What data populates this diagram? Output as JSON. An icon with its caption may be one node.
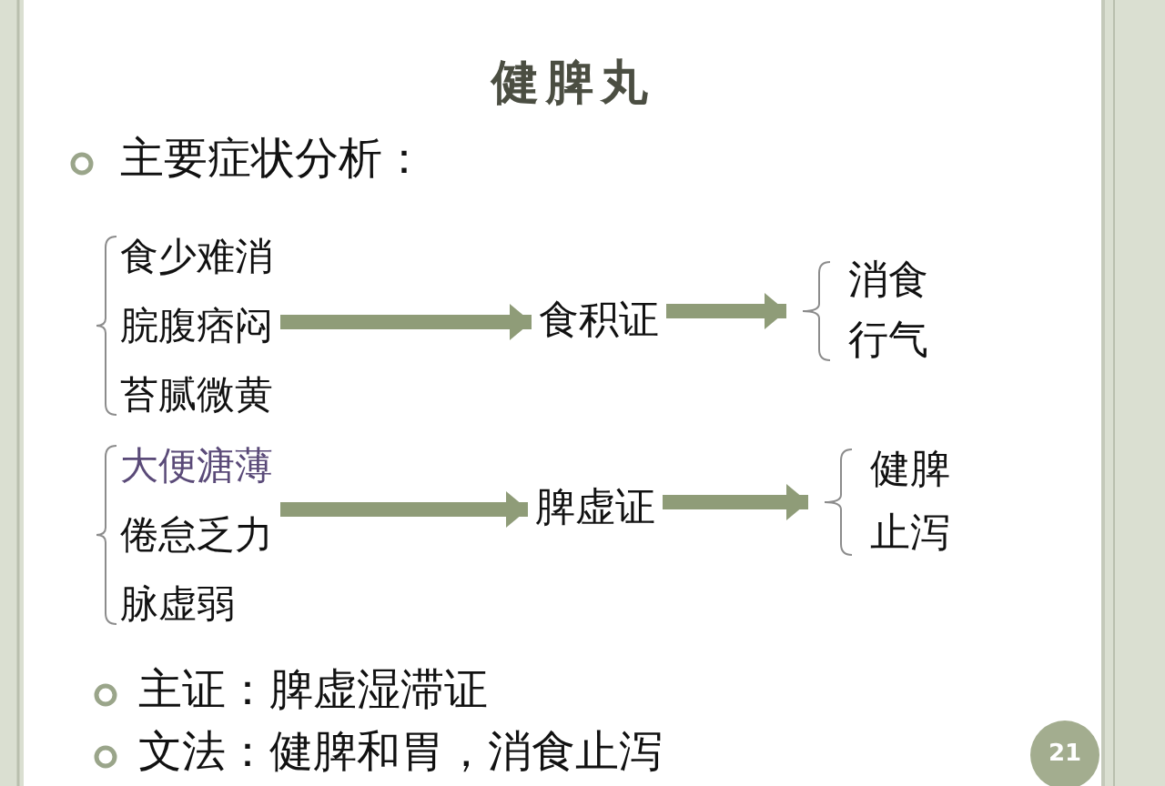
{
  "diagram": {
    "title": "健脾丸",
    "nodes": [
      {
        "text": [
          "食少难消",
          "脘腹痞闷",
          "苔腻微黄"
        ]
      },
      {
        "text": [
          "食积证"
        ]
      },
      {
        "text": [
          "消食",
          "行气"
        ]
      },
      {
        "text": [
          "大便溏薄",
          "倦怠乏力",
          "脉虚弱"
        ]
      },
      {
        "text": [
          "脾虚证"
        ]
      },
      {
        "text": [
          "健脾",
          "止泻"
        ]
      }
    ],
    "edges": [
      {
        "from": 0,
        "to": 1,
        "arrow": "to"
      },
      {
        "from": 1,
        "to": 2,
        "arrow": "to"
      },
      {
        "from": 3,
        "to": 4,
        "arrow": "to"
      },
      {
        "from": 4,
        "to": 5,
        "arrow": "to"
      }
    ],
    "labels": [
      "主要症状分析：",
      "主证：脾虚湿滞证",
      "文法：健脾和胃，消食止泻",
      "21"
    ]
  }
}
